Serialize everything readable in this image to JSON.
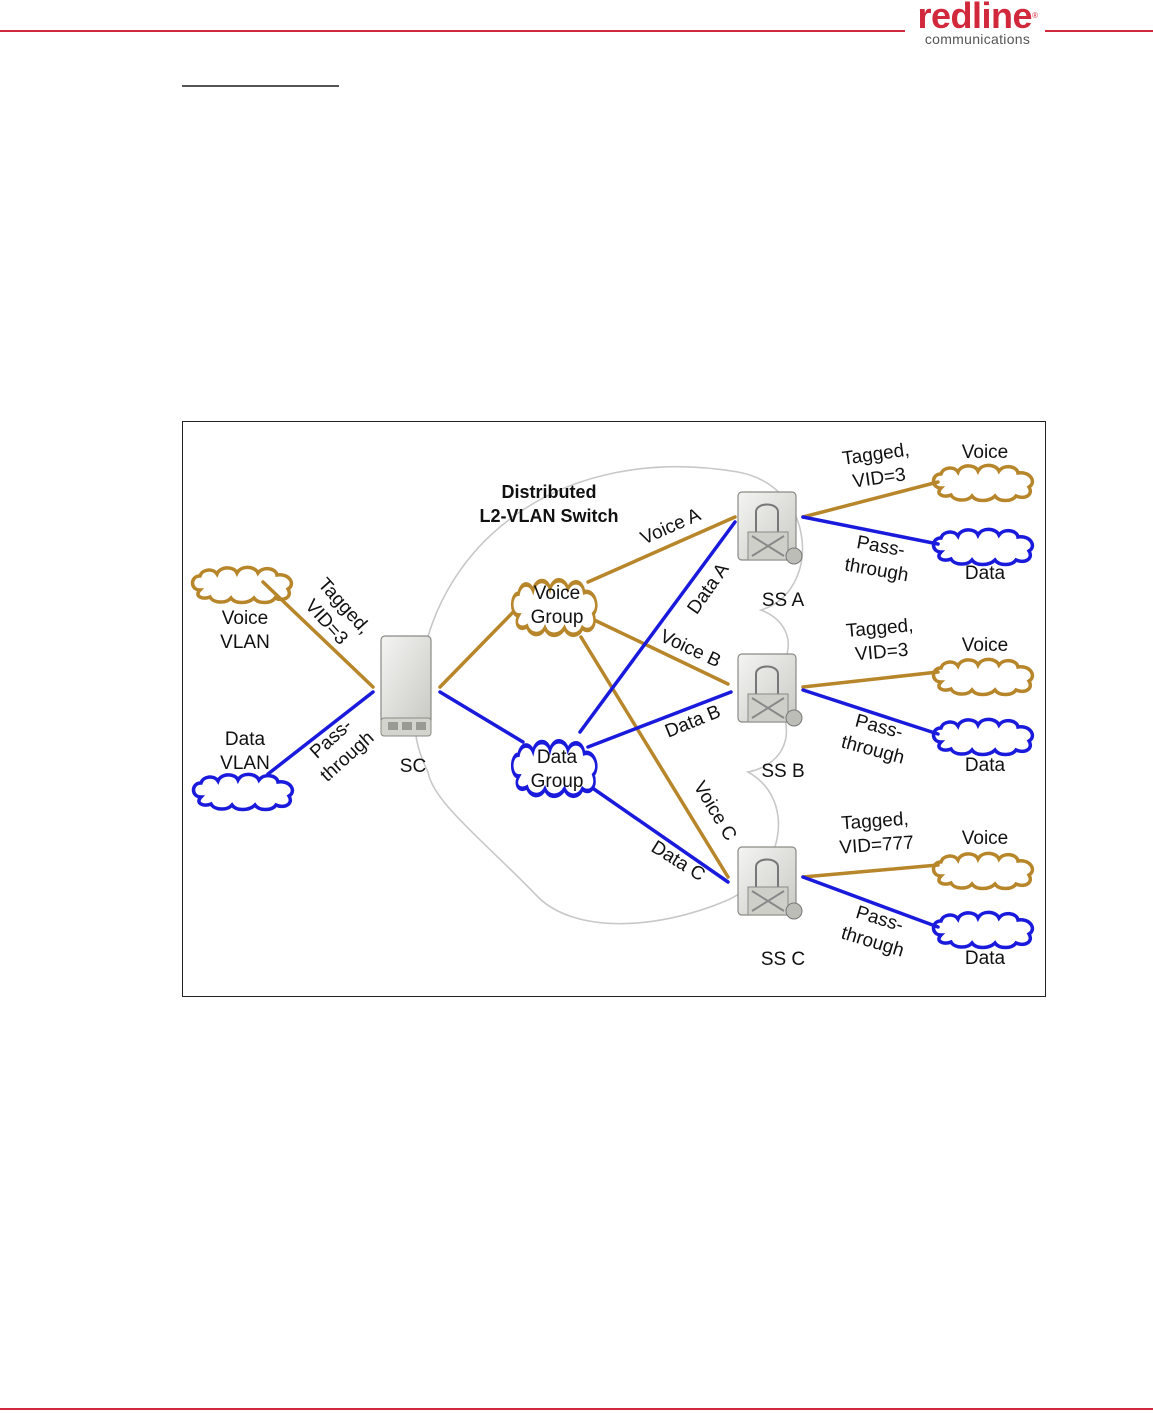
{
  "brand": {
    "name": "redline",
    "registered_mark": "®",
    "tagline": "communications",
    "color": "#d2283c"
  },
  "diagram": {
    "title_line1": "Distributed",
    "title_line2": "L2-VLAN Switch",
    "colors": {
      "voice": "#b8862a",
      "data": "#1a1adc",
      "outline": "#c8c8c8"
    },
    "left_clouds": {
      "voice": {
        "line1": "Voice",
        "line2": "VLAN"
      },
      "data": {
        "line1": "Data",
        "line2": "VLAN"
      }
    },
    "sc_label": "SC",
    "sc_links": {
      "tagged_line1": "Tagged,",
      "tagged_line2": "VID=3",
      "pass_line1": "Pass-",
      "pass_line2": "through"
    },
    "groups": {
      "voice": {
        "line1": "Voice",
        "line2": "Group"
      },
      "data": {
        "line1": "Data",
        "line2": "Group"
      }
    },
    "links": {
      "voice_a": "Voice A",
      "data_a": "Data A",
      "voice_b": "Voice B",
      "data_b": "Data B",
      "voice_c": "Voice C",
      "data_c": "Data C"
    },
    "subscribers": [
      {
        "label": "SS A",
        "tagged_line1": "Tagged,",
        "tagged_line2": "VID=3",
        "pass_line1": "Pass-",
        "pass_line2": "through",
        "voice": "Voice",
        "data": "Data"
      },
      {
        "label": "SS B",
        "tagged_line1": "Tagged,",
        "tagged_line2": "VID=3",
        "pass_line1": "Pass-",
        "pass_line2": "through",
        "voice": "Voice",
        "data": "Data"
      },
      {
        "label": "SS C",
        "tagged_line1": "Tagged,",
        "tagged_line2": "VID=777",
        "pass_line1": "Pass-",
        "pass_line2": "through",
        "voice": "Voice",
        "data": "Data"
      }
    ]
  }
}
